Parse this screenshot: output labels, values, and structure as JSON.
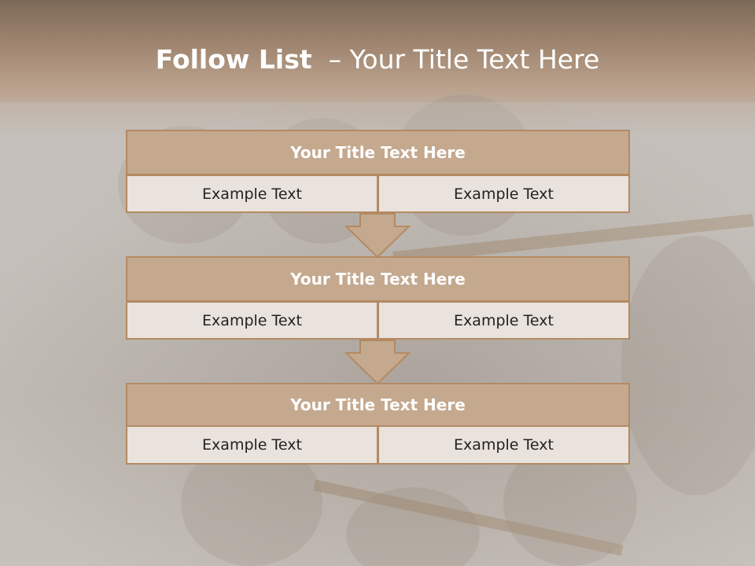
{
  "slide": {
    "title_bold": "Follow List",
    "title_rest": "  – Your Title Text Here"
  },
  "steps": [
    {
      "title": "Your Title Text Here",
      "cells": [
        "Example Text",
        "Example Text"
      ]
    },
    {
      "title": "Your Title Text Here",
      "cells": [
        "Example Text",
        "Example Text"
      ]
    },
    {
      "title": "Your Title Text Here",
      "cells": [
        "Example Text",
        "Example Text"
      ]
    }
  ],
  "colors": {
    "title_box": "#c4a98f",
    "border": "#b48a63",
    "cell_fill": "#e9e2dd",
    "arrow_fill": "#c4a98f"
  },
  "icons": {
    "connector": "down-arrow-icon"
  }
}
